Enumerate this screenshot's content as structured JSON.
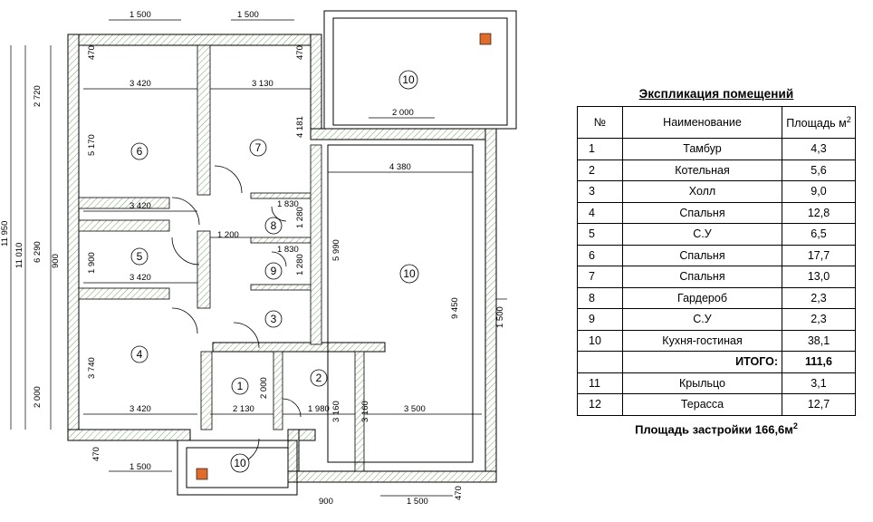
{
  "plan": {
    "dims_top": [
      "1 500",
      "1 500"
    ],
    "dims_bottom": [
      "1 500",
      "900",
      "1 500",
      "470",
      "470"
    ],
    "dims_left": [
      "2 720",
      "11 950",
      "11 010",
      "5 170",
      "6 290",
      "900",
      "1 900",
      "3 740",
      "2 000",
      "470",
      "470"
    ],
    "dims_inner": [
      "3 420",
      "3 130",
      "4 181",
      "3 420",
      "1 830",
      "1 280",
      "1 200",
      "1 830",
      "1 280",
      "3 420",
      "5 990",
      "9 450",
      "4 380",
      "2 000",
      "1 500",
      "3 420",
      "2 130",
      "2 000",
      "1 980",
      "3 160",
      "3 160",
      "3 500"
    ],
    "room_numbers": [
      "10",
      "6",
      "7",
      "8",
      "5",
      "9",
      "10",
      "3",
      "4",
      "1",
      "2",
      "10"
    ]
  },
  "legend": {
    "title": "Экспликация помещений",
    "headers": {
      "num": "№",
      "name": "Наименование",
      "area": "Площадь м",
      "area_sup": "2"
    },
    "rows": [
      {
        "num": "1",
        "name": "Тамбур",
        "area": "4,3"
      },
      {
        "num": "2",
        "name": "Котельная",
        "area": "5,6"
      },
      {
        "num": "3",
        "name": "Холл",
        "area": "9,0"
      },
      {
        "num": "4",
        "name": "Спальня",
        "area": "12,8"
      },
      {
        "num": "5",
        "name": "С.У",
        "area": "6,5"
      },
      {
        "num": "6",
        "name": "Спальня",
        "area": "17,7"
      },
      {
        "num": "7",
        "name": "Спальня",
        "area": "13,0"
      },
      {
        "num": "8",
        "name": "Гардероб",
        "area": "2,3"
      },
      {
        "num": "9",
        "name": "С.У",
        "area": "2,3"
      },
      {
        "num": "10",
        "name": "Кухня-гостиная",
        "area": "38,1"
      }
    ],
    "total": {
      "label": "ИТОГО:",
      "area": "111,6"
    },
    "extra_rows": [
      {
        "num": "11",
        "name": "Крыльцо",
        "area": "3,1"
      },
      {
        "num": "12",
        "name": "Терасса",
        "area": "12,7"
      }
    ],
    "footer": "Площадь застройки 166,6м",
    "footer_sup": "2"
  }
}
